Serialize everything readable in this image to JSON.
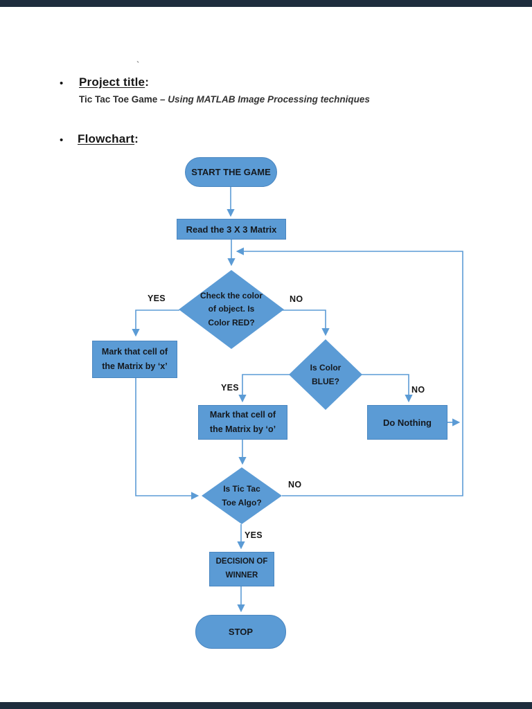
{
  "viewer": {
    "bar_color": "#1e2d3d",
    "page_background": "#ffffff"
  },
  "header": {
    "stray_mark": "`",
    "bullet_char": "•",
    "project_title_word": "Project title",
    "project_title_colon": ":",
    "project_subtitle_bold": "Tic Tac Toe Game ",
    "project_subtitle_italic": "– Using MATLAB Image Processing techniques",
    "flowchart_word": "Flowchart",
    "flowchart_colon": ":"
  },
  "flowchart": {
    "colors": {
      "shape_fill": "#5b9bd5",
      "shape_border": "#4a86c0",
      "connector": "#5b9bd5",
      "shape_text": "#14181d",
      "edge_label_text": "#151515"
    },
    "nodes": {
      "start": {
        "label": "START THE GAME"
      },
      "read_matrix": {
        "label": "Read the 3 X 3 Matrix"
      },
      "check_red": {
        "lines": [
          "Check the color",
          "of object. Is",
          "Color RED?"
        ]
      },
      "mark_x": {
        "lines": [
          "Mark that cell of",
          "the Matrix by ‘x’"
        ]
      },
      "check_blue": {
        "lines": [
          "Is Color",
          "BLUE?"
        ]
      },
      "mark_o": {
        "lines": [
          "Mark that cell of",
          "the Matrix by ‘o’"
        ]
      },
      "do_nothing": {
        "label": "Do Nothing"
      },
      "check_algo": {
        "lines": [
          "Is Tic Tac",
          "Toe Algo?"
        ]
      },
      "decision": {
        "lines": [
          "DECISION OF",
          "WINNER"
        ]
      },
      "stop": {
        "label": "STOP"
      }
    },
    "edge_labels": {
      "red_yes": "YES",
      "red_no": "NO",
      "blue_yes": "YES",
      "blue_no": "NO",
      "algo_no": "NO",
      "algo_yes": "YES"
    }
  }
}
